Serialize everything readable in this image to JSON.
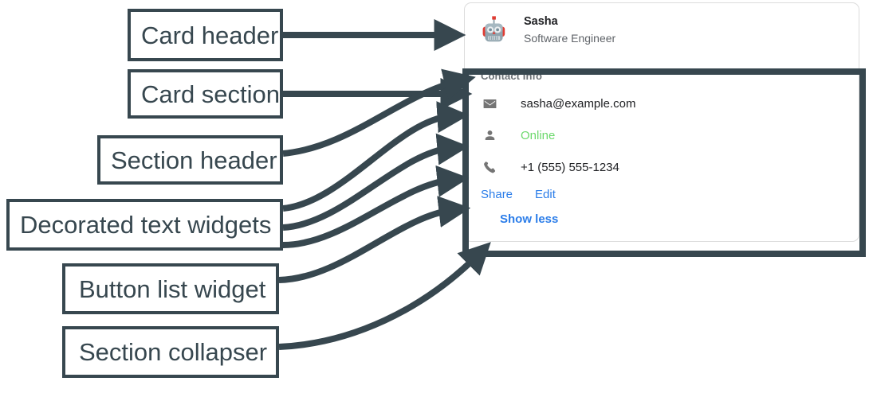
{
  "annotations": [
    {
      "id": "card-header",
      "label": "Card header"
    },
    {
      "id": "card-section",
      "label": "Card section"
    },
    {
      "id": "section-header",
      "label": "Section header"
    },
    {
      "id": "decorated-text-widgets",
      "label": "Decorated text widgets"
    },
    {
      "id": "button-list-widget",
      "label": "Button list widget"
    },
    {
      "id": "section-collapser",
      "label": "Section collapser"
    }
  ],
  "card": {
    "header": {
      "avatar_icon": "robot-avatar-icon",
      "title": "Sasha",
      "subtitle": "Software Engineer"
    },
    "section": {
      "header": "Contact Info",
      "rows": [
        {
          "icon": "email-icon",
          "text": "sasha@example.com",
          "color": "#202124"
        },
        {
          "icon": "person-icon",
          "text": "Online",
          "color": "#6dd96d"
        },
        {
          "icon": "phone-icon",
          "text": "+1 (555) 555-1234",
          "color": "#202124"
        }
      ],
      "buttons": [
        {
          "label": "Share"
        },
        {
          "label": "Edit"
        }
      ],
      "collapser": "Show less"
    }
  },
  "colors": {
    "annotation": "#37474f",
    "link": "#2b7de9",
    "status_online": "#6dd96d",
    "icon_grey": "#757575",
    "muted_text": "#5f6368",
    "card_border": "#dcdcdc"
  }
}
